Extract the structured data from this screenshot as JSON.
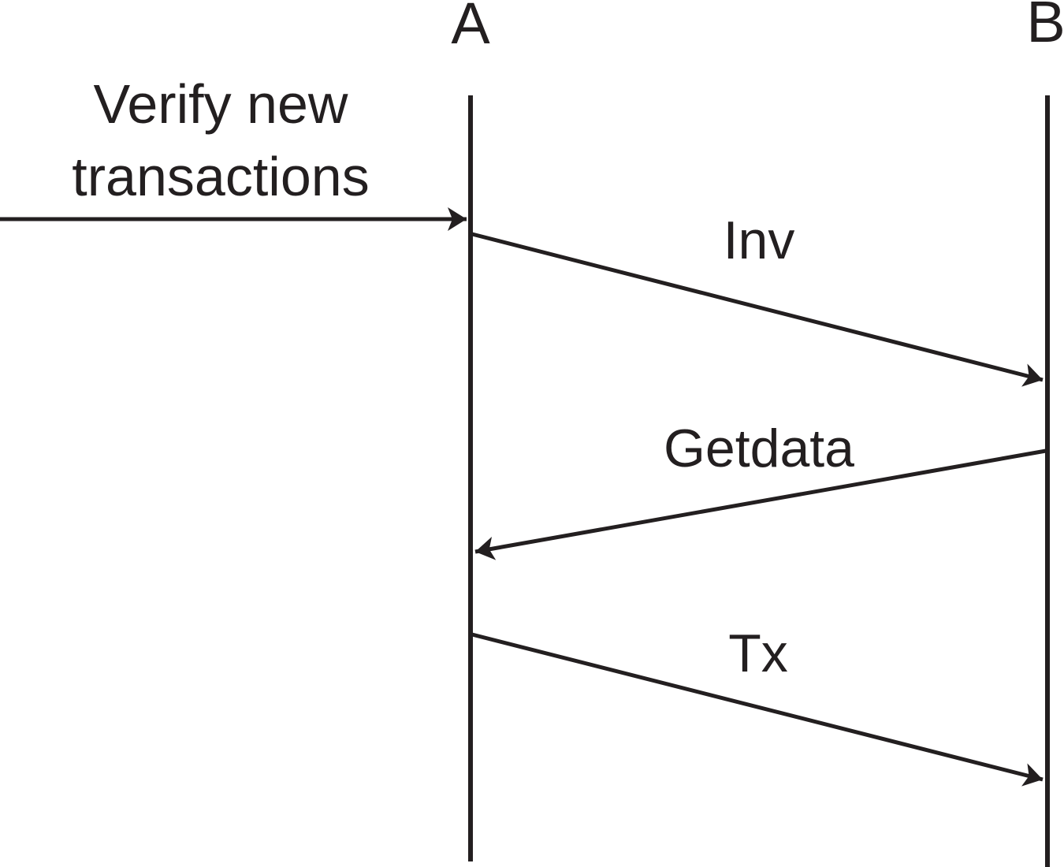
{
  "diagram": {
    "type": "sequence-diagram",
    "background_color": "#ffffff",
    "line_color": "#231f20",
    "actors": [
      {
        "id": "A",
        "label": "A"
      },
      {
        "id": "B",
        "label": "B"
      }
    ],
    "annotation": {
      "text": "Verify new transactions",
      "target": "A",
      "arrow": "horizontal-into-A"
    },
    "messages": [
      {
        "label": "Inv",
        "from": "A",
        "to": "B"
      },
      {
        "label": "Getdata",
        "from": "B",
        "to": "A"
      },
      {
        "label": "Tx",
        "from": "A",
        "to": "B"
      }
    ]
  }
}
